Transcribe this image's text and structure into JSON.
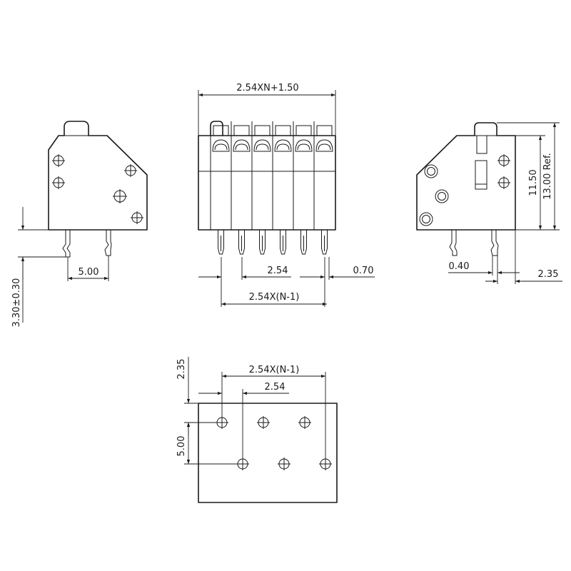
{
  "dimensions": {
    "overall_width": "2.54XN+1.50",
    "lead_pitch_side": "5.00",
    "lead_length": "3.30±0.30",
    "pitch": "2.54",
    "pin_width": "0.70",
    "pitch_span": "2.54X(N-1)",
    "lead_thickness": "0.40",
    "side_offset": "2.35",
    "body_height": "11.50",
    "total_height_ref": "13.00 Ref.",
    "footprint_row_offset": "2.35",
    "footprint_pitch_span": "2.54X(N-1)",
    "footprint_pitch": "2.54",
    "footprint_row_spacing": "5.00"
  },
  "views": [
    {
      "id": "left-side-view"
    },
    {
      "id": "front-view",
      "poles": 6
    },
    {
      "id": "right-side-view"
    },
    {
      "id": "pcb-footprint-view",
      "holes_per_row": 3,
      "rows": 2
    }
  ]
}
